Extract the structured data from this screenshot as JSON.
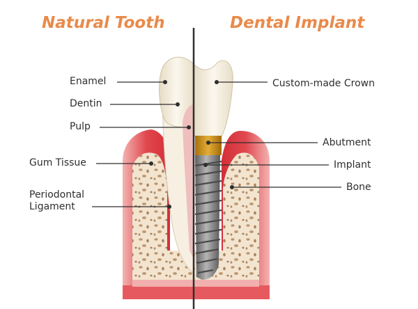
{
  "headings": {
    "natural": "Natural Tooth",
    "implant": "Dental Implant"
  },
  "labels": {
    "enamel": "Enamel",
    "dentin": "Dentin",
    "pulp": "Pulp",
    "gum_tissue": "Gum Tissue",
    "periodontal_line1": "Periodontal",
    "periodontal_line2": "Ligament",
    "crown": "Custom-made Crown",
    "abutment": "Abutment",
    "implant": "Implant",
    "bone": "Bone"
  },
  "colors": {
    "heading": "#e98a4a",
    "gum": "#d9343d",
    "gum_light": "#f0a9a8",
    "enamel": "#ece4d0",
    "dentin": "#f4ede0",
    "pulp": "#f0c2c0",
    "abutment": "#d49a1e",
    "implant": "#8a8a8a",
    "bone": "#f2e2cc",
    "bone_pores": "#b08d6a",
    "divider": "#3a3a3a"
  }
}
